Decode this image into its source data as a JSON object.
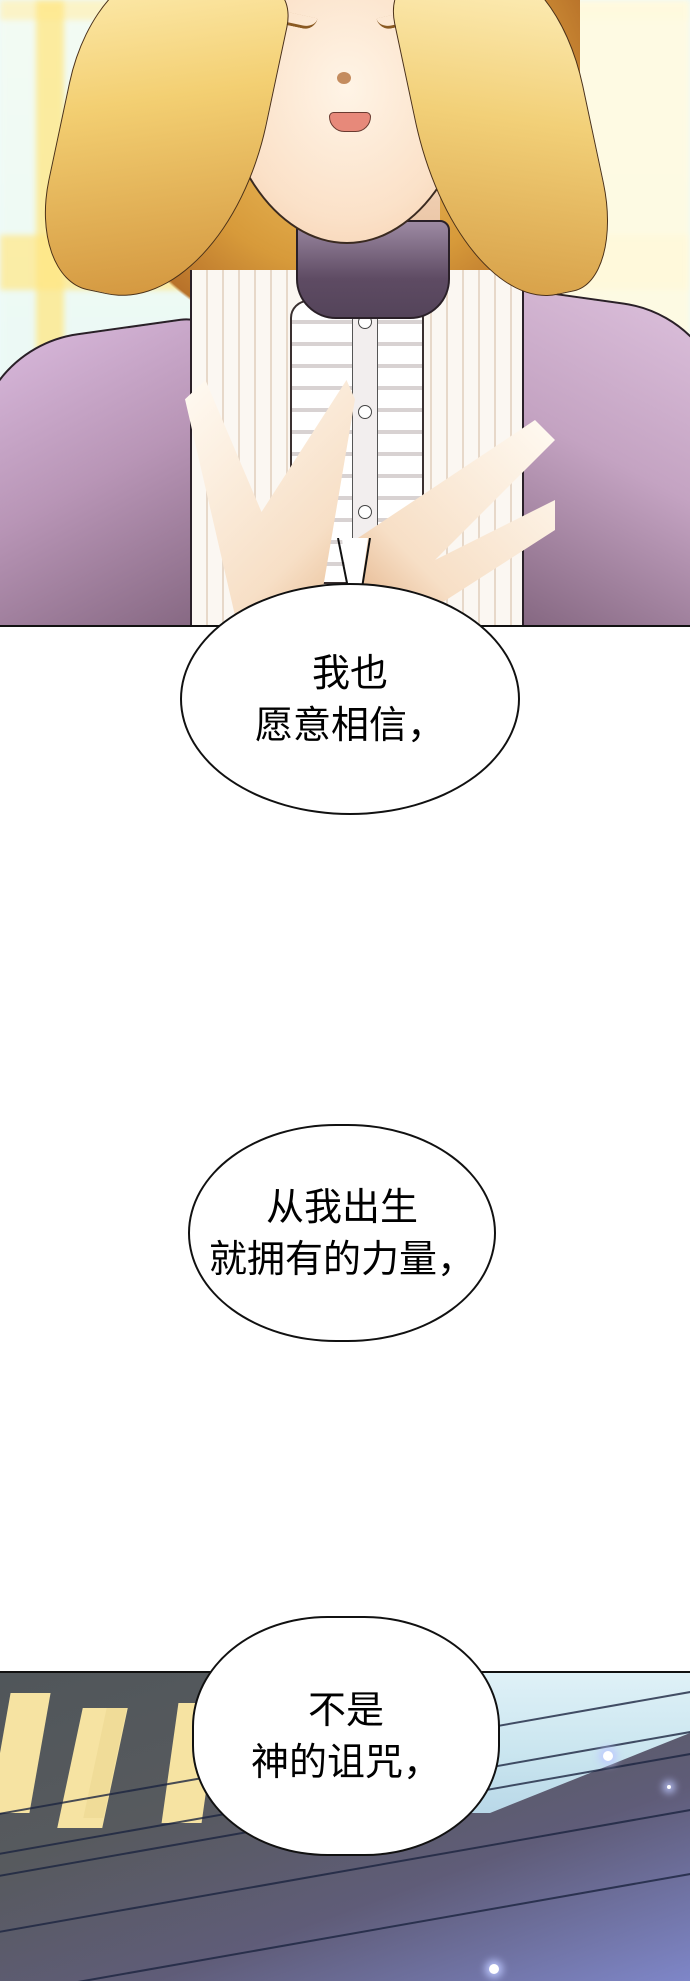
{
  "panels": [
    {
      "id": "panel-1",
      "description": "Blond character, eyes closed and smiling, hands over ruffled shirt; bright window light behind",
      "colors": {
        "hair": "#f3cf72",
        "coat": "#c4a3c2",
        "collar": "#5e4b63",
        "background": "#eefafa"
      }
    },
    {
      "id": "panel-3",
      "description": "Dark interior ceiling beams with yellow light strips and glowing sparkles",
      "colors": {
        "beam": "#575a5e",
        "light_strip": "#f6e3a2",
        "glow": "#7e86c8"
      }
    }
  ],
  "bubbles": [
    {
      "id": "bubble-1",
      "lines": [
        "我也",
        "愿意相信，"
      ]
    },
    {
      "id": "bubble-2",
      "lines": [
        "从我出生",
        "就拥有的力量，"
      ]
    },
    {
      "id": "bubble-3",
      "lines": [
        "不是",
        "神的诅咒，"
      ]
    }
  ]
}
